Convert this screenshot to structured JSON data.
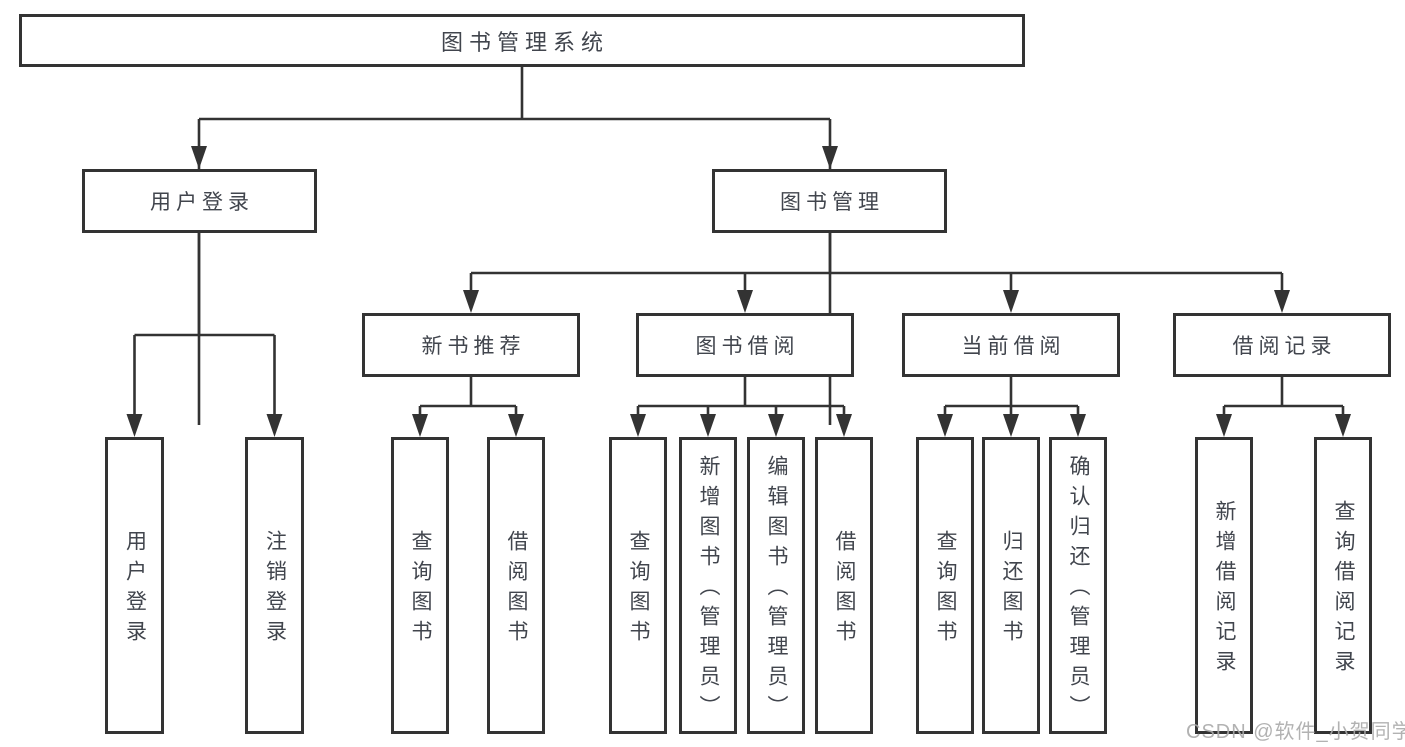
{
  "diagram": {
    "root": {
      "label": "图书管理系统"
    },
    "branches": [
      {
        "label": "用户登录",
        "children": [
          {
            "label": "用户登录"
          },
          {
            "label": "注销登录"
          }
        ]
      },
      {
        "label": "图书管理",
        "children": [
          {
            "label": "新书推荐",
            "children": [
              {
                "label": "查询图书"
              },
              {
                "label": "借阅图书"
              }
            ]
          },
          {
            "label": "图书借阅",
            "children": [
              {
                "label": "查询图书"
              },
              {
                "label": "新增图书（管理员）"
              },
              {
                "label": "编辑图书（管理员）"
              },
              {
                "label": "借阅图书"
              }
            ]
          },
          {
            "label": "当前借阅",
            "children": [
              {
                "label": "查询图书"
              },
              {
                "label": "归还图书"
              },
              {
                "label": "确认归还（管理员）"
              }
            ]
          },
          {
            "label": "借阅记录",
            "children": [
              {
                "label": "新增借阅记录"
              },
              {
                "label": "查询借阅记录"
              }
            ]
          }
        ]
      }
    ]
  },
  "colors": {
    "line": "#333333",
    "text": "#41454d",
    "watermark": "#aaaaaa",
    "background": "#ffffff"
  },
  "watermark": {
    "label": "CSDN @软件_小贺同学"
  }
}
